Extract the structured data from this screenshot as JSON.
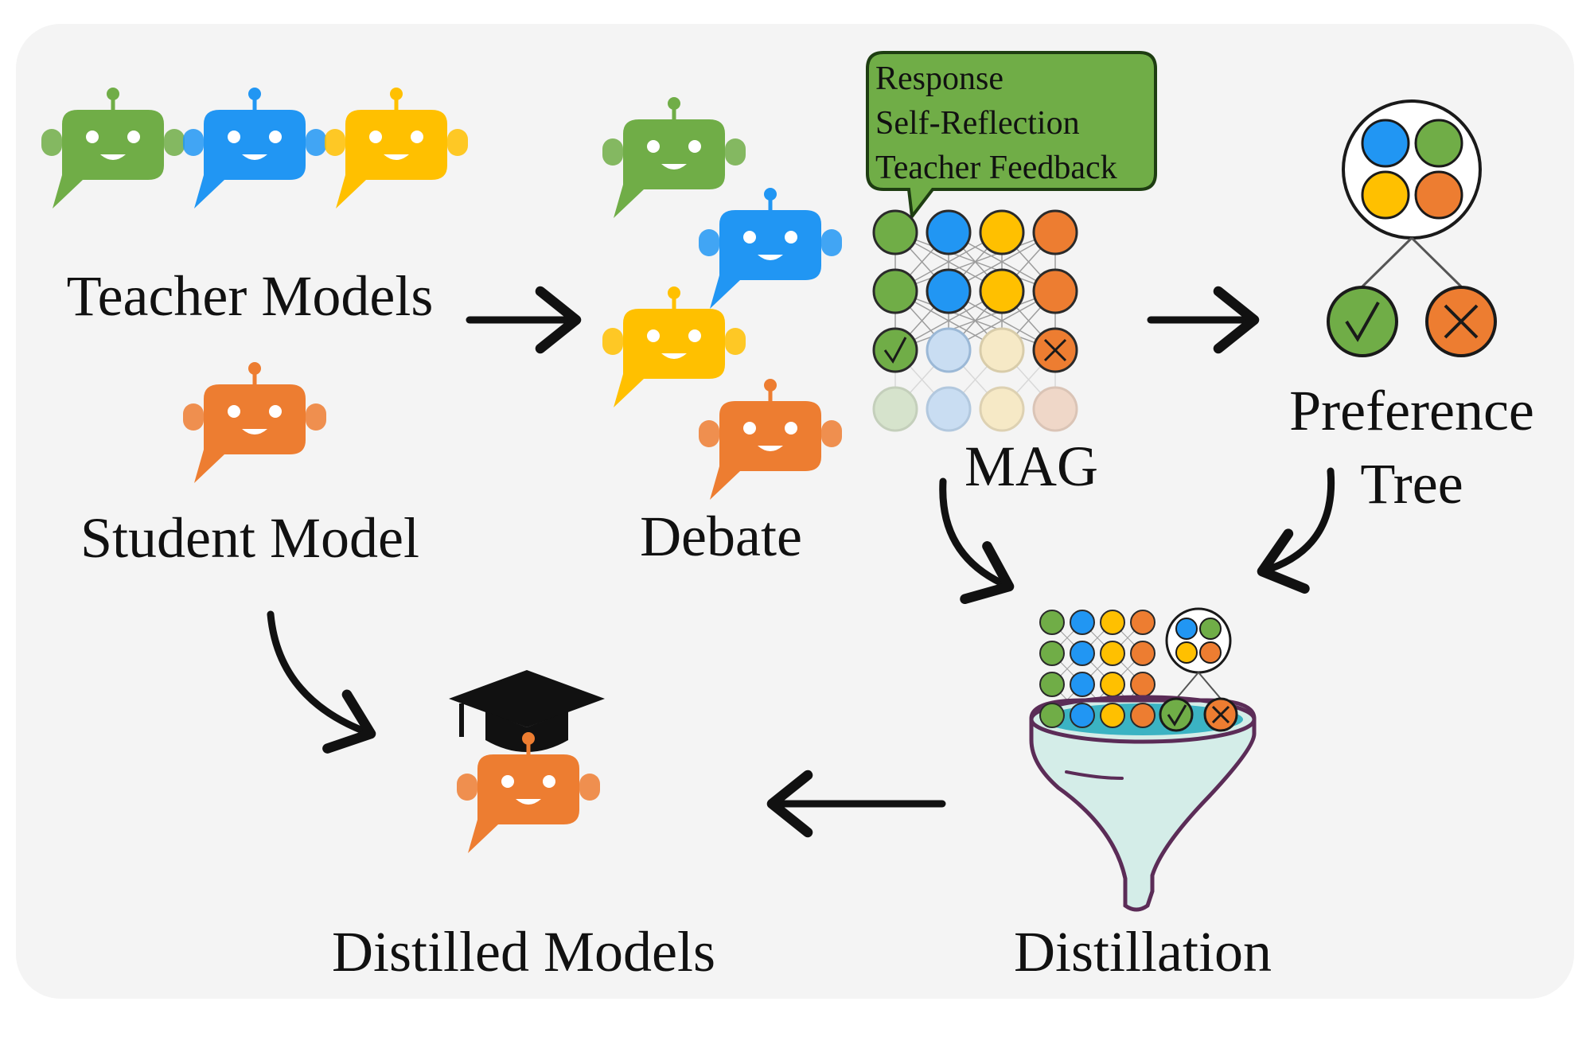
{
  "labels": {
    "teacher_models": "Teacher Models",
    "student_model": "Student Model",
    "debate": "Debate",
    "mag": "MAG",
    "preference_line1": "Preference",
    "preference_line2": "Tree",
    "distillation": "Distillation",
    "distilled_models": "Distilled Models"
  },
  "speech_bubble": {
    "lines": [
      "Response",
      "Self-Reflection",
      "Teacher Feedback"
    ]
  },
  "colors": {
    "green": "#70AD47",
    "blue": "#2196F3",
    "yellow": "#FFC000",
    "orange": "#ED7D31",
    "panel": "#F4F4F4",
    "funnel_outline": "#5B2C57",
    "funnel_fill": "#D4EDE8",
    "funnel_liquid": "#3BB3C3"
  },
  "icons": {
    "robot": "robot-chat-icon",
    "check": "check-icon",
    "cross": "cross-icon",
    "cap": "graduation-cap-icon",
    "funnel": "funnel-icon"
  }
}
